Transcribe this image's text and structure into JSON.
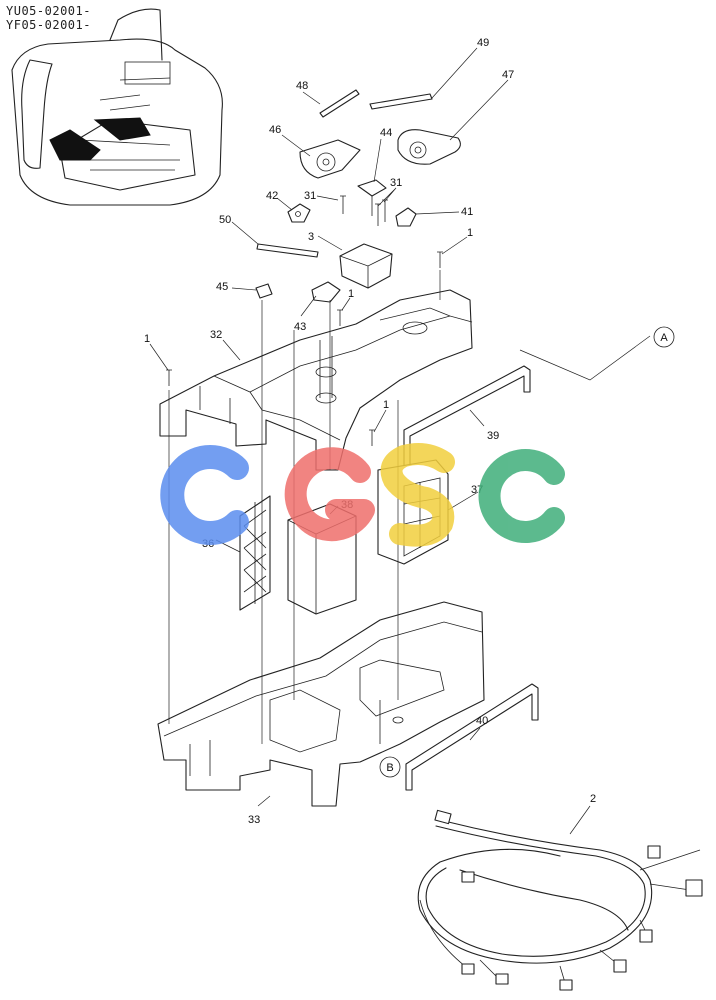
{
  "header": {
    "serial_lines": [
      "YU05-02001-",
      "YF05-02001-"
    ]
  },
  "watermark": {
    "letters": [
      "C",
      "G",
      "S",
      "C"
    ],
    "colors": [
      "#5b8def",
      "#ef6f6c",
      "#f2cf3e",
      "#3fae7a"
    ]
  },
  "callouts": [
    {
      "id": "49",
      "label": "49"
    },
    {
      "id": "48",
      "label": "48"
    },
    {
      "id": "47",
      "label": "47"
    },
    {
      "id": "46",
      "label": "46"
    },
    {
      "id": "44",
      "label": "44"
    },
    {
      "id": "31a",
      "label": "31"
    },
    {
      "id": "31b",
      "label": "31"
    },
    {
      "id": "42",
      "label": "42"
    },
    {
      "id": "41",
      "label": "41"
    },
    {
      "id": "3",
      "label": "3"
    },
    {
      "id": "50",
      "label": "50"
    },
    {
      "id": "1a",
      "label": "1"
    },
    {
      "id": "45",
      "label": "45"
    },
    {
      "id": "1b",
      "label": "1"
    },
    {
      "id": "43",
      "label": "43"
    },
    {
      "id": "32",
      "label": "32"
    },
    {
      "id": "1c",
      "label": "1"
    },
    {
      "id": "1d",
      "label": "1"
    },
    {
      "id": "39",
      "label": "39"
    },
    {
      "id": "37",
      "label": "37"
    },
    {
      "id": "38",
      "label": "38"
    },
    {
      "id": "36",
      "label": "36"
    },
    {
      "id": "40",
      "label": "40"
    },
    {
      "id": "33",
      "label": "33"
    },
    {
      "id": "2",
      "label": "2"
    }
  ],
  "reference_markers": [
    {
      "id": "A",
      "label": "A"
    },
    {
      "id": "B",
      "label": "B"
    }
  ],
  "colors": {
    "line": "#222222",
    "background": "#ffffff"
  }
}
